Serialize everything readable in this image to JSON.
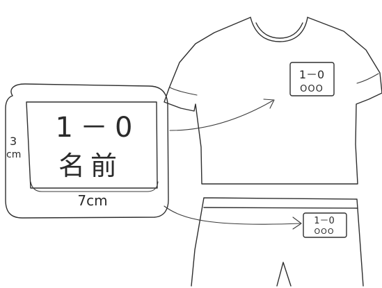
{
  "diagram": {
    "tag_large": {
      "number_text": "1－0",
      "name_text": "名前",
      "height_label": "3",
      "height_unit": "cm",
      "width_label": "7cm"
    },
    "shirt_tag": {
      "number_text": "1－0",
      "dots_text": "OOO"
    },
    "shorts_tag": {
      "number_text": "1－0",
      "dots_text": "OOO"
    }
  }
}
